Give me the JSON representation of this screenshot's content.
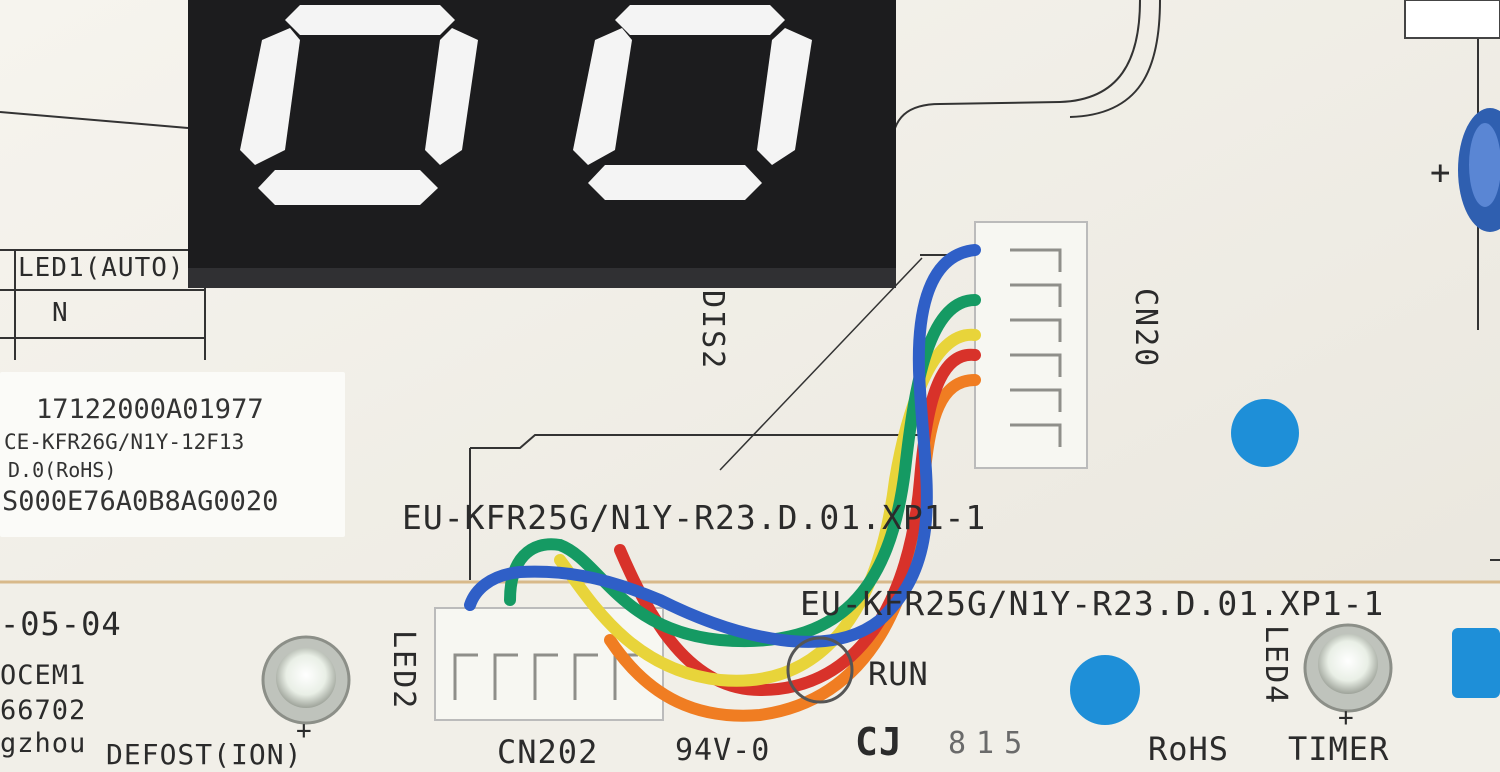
{
  "display": {
    "digits": [
      "0",
      "0"
    ],
    "label": "DIS2"
  },
  "led_table": {
    "header": "LED1(AUTO)",
    "row1": "N"
  },
  "sticker": {
    "line1": "17122000A01977",
    "line2": "CE-KFR26G/N1Y-12F13",
    "line3": "D.0(RoHS)",
    "line4": "S000E76A0B8AG0020"
  },
  "silkscreen": {
    "board_top": "EU-KFR25G/N1Y-R23.D.01.XP1-1",
    "board_bottom": "EU-KFR25G/N1Y-R23.D.01.XP1-1",
    "date": "-05-04",
    "left1": "OCEM1",
    "left2": "66702",
    "left3": "gzhou",
    "defrost": "DEFOST(ION)",
    "run": "RUN",
    "timer": "TIMER",
    "rohs": "RoHS",
    "cj": "CJ",
    "cj_code": "815",
    "ul": "94V-0",
    "plus": "+"
  },
  "connectors": {
    "cn20": "CN20",
    "cn202": "CN202"
  },
  "leds": {
    "led2": "LED2",
    "led4": "LED4"
  },
  "wire_colors": [
    "#2f5fc7",
    "#159a63",
    "#e8d43a",
    "#d8322a",
    "#f07d22"
  ]
}
